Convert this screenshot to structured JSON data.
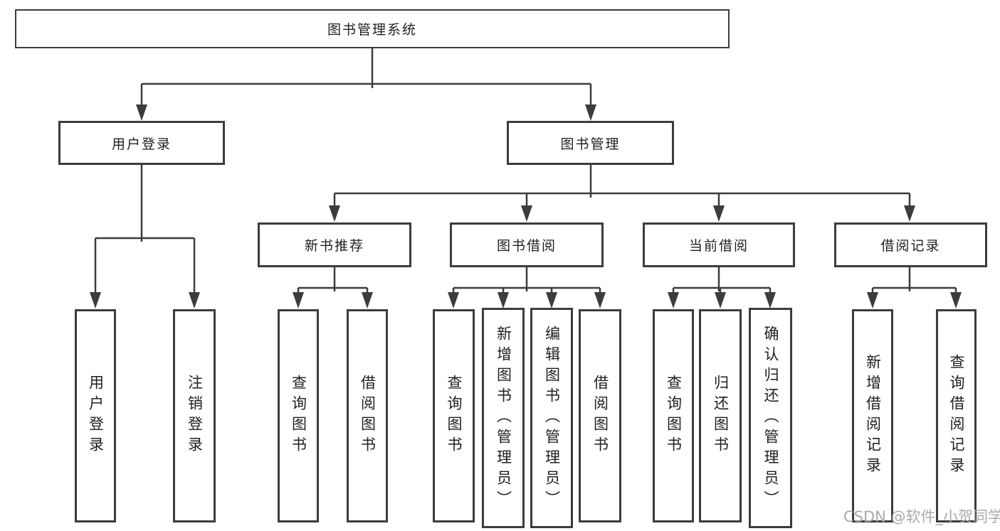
{
  "diagram": {
    "root": {
      "label": "图书管理系统"
    },
    "branches": {
      "user_login": {
        "label": "用户登录",
        "children": [
          "用户登录",
          "注销登录"
        ]
      },
      "book_mgmt": {
        "label": "图书管理",
        "sections": {
          "new_books": {
            "label": "新书推荐",
            "children": [
              "查询图书",
              "借阅图书"
            ]
          },
          "book_borrow": {
            "label": "图书借阅",
            "children": [
              "查询图书",
              "新增图书（管理员）",
              "编辑图书（管理员）",
              "借阅图书"
            ]
          },
          "current_borrow": {
            "label": "当前借阅",
            "children": [
              "查询图书",
              "归还图书",
              "确认归还（管理员）"
            ]
          },
          "borrow_records": {
            "label": "借阅记录",
            "children": [
              "新增借阅记录",
              "查询借阅记录"
            ]
          }
        }
      }
    }
  },
  "watermark": "CSDN @软件_小贺同学",
  "colors": {
    "line": "#3c3c3c",
    "box_border": "#3c3c3c",
    "text": "#1f1f1f",
    "background": "#ffffff",
    "watermark": "#aaaaaa"
  }
}
